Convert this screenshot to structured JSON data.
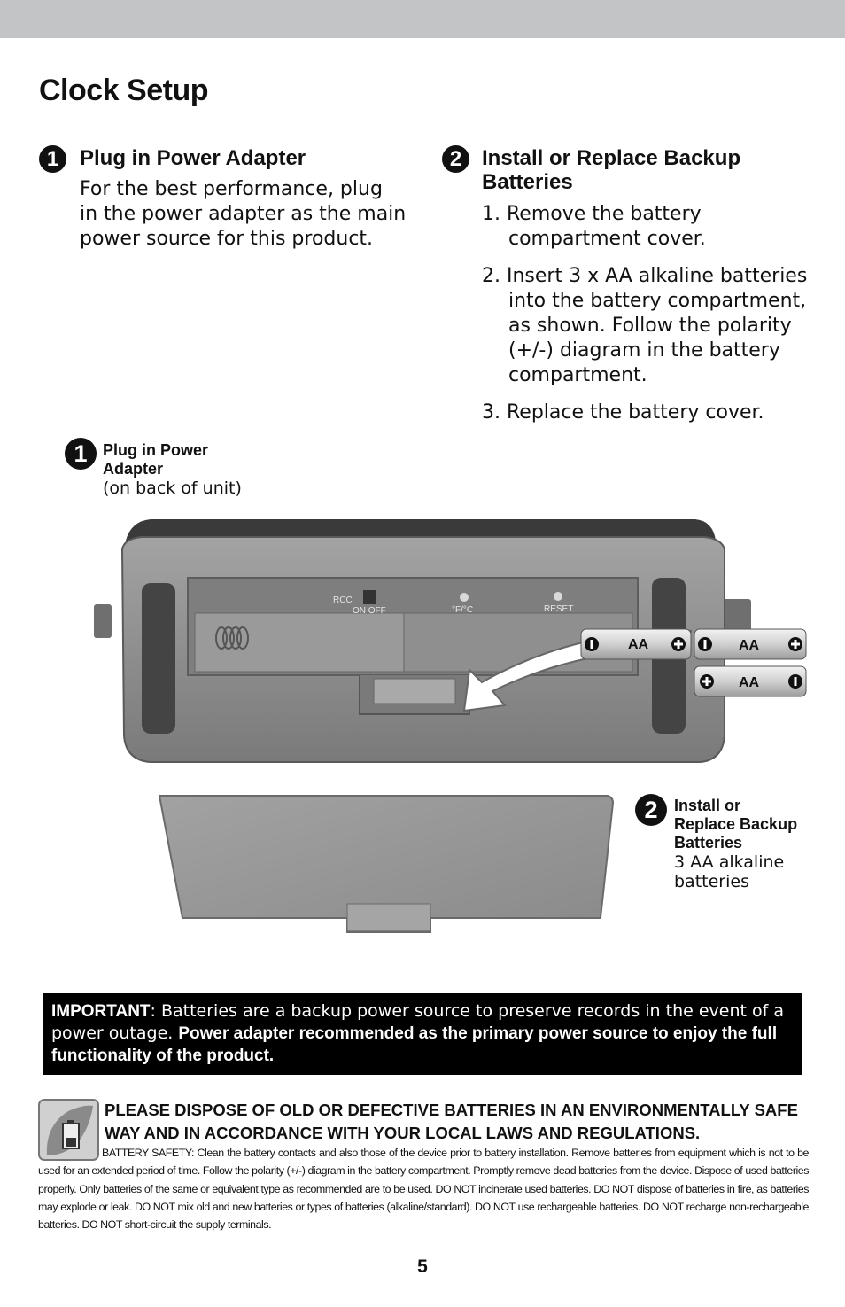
{
  "page": {
    "title": "Clock Setup",
    "page_number": "5"
  },
  "step1": {
    "number": "1",
    "heading": "Plug in Power Adapter",
    "text_lines": [
      "For the best performance, plug",
      "in the power adapter as the main",
      "power source for this product."
    ]
  },
  "step2": {
    "number": "2",
    "heading_lines": [
      "Install or Replace Backup",
      "Batteries"
    ],
    "steps": [
      "1. Remove the battery compartment cover.",
      "2. Insert 3 x AA alkaline batteries into the battery compartment, as shown. Follow the polarity (+/-) diagram in the battery compartment.",
      "3. Replace the battery cover."
    ]
  },
  "callout1": {
    "number": "1",
    "bold_lines": [
      "Plug in Power",
      "Adapter"
    ],
    "note": "(on back of unit)"
  },
  "callout2": {
    "number": "2",
    "bold_lines": [
      "Install or",
      "Replace Backup",
      "Batteries"
    ],
    "note_lines": [
      "3 AA alkaline",
      "batteries"
    ]
  },
  "device": {
    "switch_label": "RCC",
    "switch_states": "ON  OFF",
    "temp_button": "°F/°C",
    "reset_button": "RESET",
    "battery_label": "AA"
  },
  "important": {
    "label": "IMPORTANT",
    "text": ": Batteries are a backup power source to preserve records in the event of a power outage. ",
    "bold_text": "Power adapter recommended as the primary power source to enjoy the full functionality of the product."
  },
  "disposal": {
    "heading_lines": [
      "PLEASE DISPOSE OF OLD OR DEFECTIVE BATTERIES IN AN ENVIRONMENTALLY SAFE",
      "WAY AND IN ACCORDANCE WITH YOUR LOCAL LAWS AND REGULATIONS."
    ],
    "safety_text": "BATTERY SAFETY: Clean the battery contacts and also those of the device prior to battery installation. Remove batteries from equipment which is not to be used for an extended period of time. Follow the polarity (+/-) diagram in the battery compartment. Promptly remove dead batteries from the device. Dispose of used batteries properly. Only batteries of the same or equivalent type as recommended are to be used. DO NOT incinerate used batteries. DO NOT dispose of batteries in fire, as batteries may explode or leak. DO NOT mix old and new batteries or types of batteries (alkaline/standard). DO NOT use rechargeable batteries. DO NOT recharge non-rechargeable batteries. DO NOT short-circuit the supply terminals."
  },
  "colors": {
    "topbar": "#c3c4c6",
    "device_body": "#8c8c8c",
    "important_bg": "#000000"
  }
}
